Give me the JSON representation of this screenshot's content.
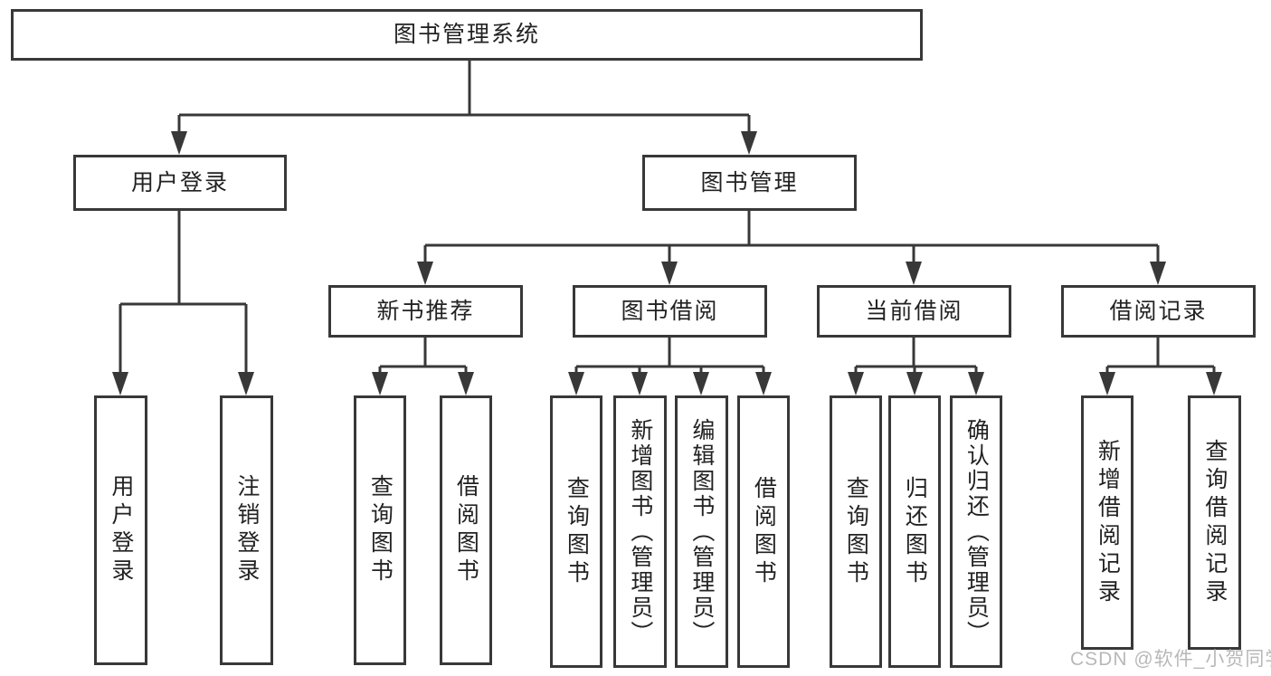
{
  "diagram": {
    "title": "图书管理系统",
    "watermark": "CSDN @软件_小贺同学",
    "colors": {
      "line": "#383838",
      "text": "#222222",
      "watermark": "#b5b5b5",
      "background": "#ffffff"
    },
    "branches": {
      "user_login": {
        "label": "用户登录",
        "children": [
          {
            "label": "用户登录"
          },
          {
            "label": "注销登录"
          }
        ]
      },
      "book_mgmt": {
        "label": "图书管理",
        "modules": [
          {
            "label": "新书推荐",
            "children": [
              {
                "label": "查询图书"
              },
              {
                "label": "借阅图书"
              }
            ]
          },
          {
            "label": "图书借阅",
            "children": [
              {
                "label": "查询图书"
              },
              {
                "label": "新增图书（管理员）"
              },
              {
                "label": "编辑图书（管理员）"
              },
              {
                "label": "借阅图书"
              }
            ]
          },
          {
            "label": "当前借阅",
            "children": [
              {
                "label": "查询图书"
              },
              {
                "label": "归还图书"
              },
              {
                "label": "确认归还（管理员）"
              }
            ]
          },
          {
            "label": "借阅记录",
            "children": [
              {
                "label": "新增借阅记录"
              },
              {
                "label": "查询借阅记录"
              }
            ]
          }
        ]
      }
    }
  }
}
